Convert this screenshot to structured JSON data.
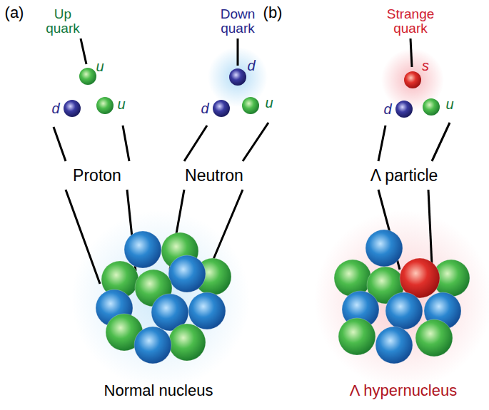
{
  "diagram": {
    "labels": [
      "(a)",
      "Up quark",
      "Down quark",
      "(b)",
      "Strange quark",
      "u",
      "d",
      "u",
      "d",
      "d",
      "u",
      "s",
      "d",
      "u",
      "Proton",
      "Neutron",
      "Λ particle",
      "Normal nucleus",
      "Λ hypernucleus"
    ]
  }
}
